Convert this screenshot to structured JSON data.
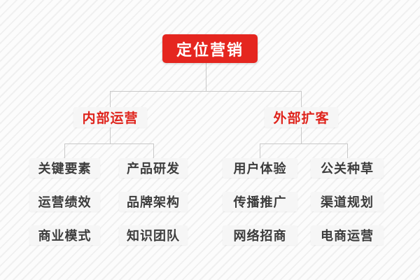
{
  "diagram": {
    "root": {
      "label": "定位营销"
    },
    "branches": [
      {
        "label": "内部运营",
        "children": [
          "关键要素",
          "产品研发",
          "运营绩效",
          "品牌架构",
          "商业模式",
          "知识团队"
        ]
      },
      {
        "label": "外部扩客",
        "children": [
          "用户体验",
          "公关种草",
          "传播推广",
          "渠道规划",
          "网络招商",
          "电商运营"
        ]
      }
    ],
    "colors": {
      "root_bg": "#e5261f",
      "branch_text": "#df241c",
      "leaf_text": "#3c3c3c",
      "node_bg": "#f6f6f6",
      "connector": "#c9c9c9",
      "background_stripe": "#f0f0f0"
    }
  }
}
